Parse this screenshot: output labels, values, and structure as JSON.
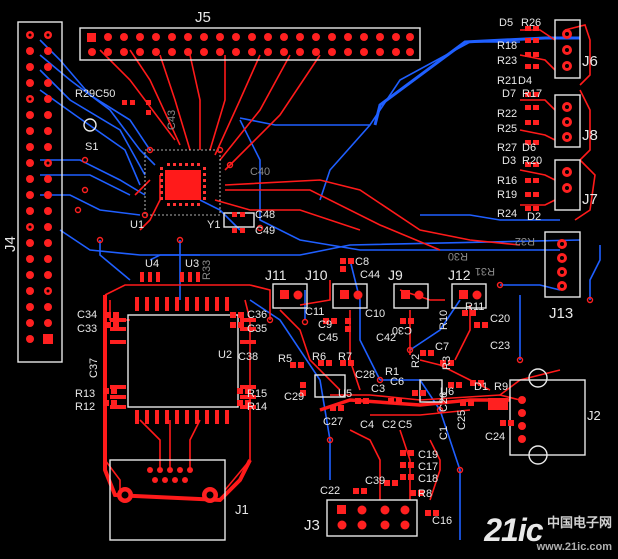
{
  "labels": {
    "J4": "J4",
    "J5": "J5",
    "J6": "J6",
    "J7": "J7",
    "J8": "J8",
    "J13": "J13",
    "J2": "J2",
    "J1": "J1",
    "J3": "J3",
    "J11": "J11",
    "J10": "J10",
    "J9": "J9",
    "J12": "J12",
    "U1": "U1",
    "U2": "U2",
    "U3": "U3",
    "U4": "U4",
    "U5": "U5",
    "U6": "U6",
    "Y1": "Y1",
    "S1": "S1",
    "R29C50": "R29C50",
    "C43": "C43",
    "C40": "C40",
    "C48": "C48",
    "C49": "C49",
    "R33": "R33",
    "C34": "C34",
    "C33": "C33",
    "C36": "C36",
    "C35": "C35",
    "C37": "C37",
    "C38": "C38",
    "R13": "R13",
    "R12": "R12",
    "R15": "R15",
    "R14": "R14",
    "C11": "C11",
    "C9": "C9",
    "C45": "C45",
    "C8": "C8",
    "C44": "C44",
    "C10": "C10",
    "C42": "C42",
    "C30": "C30",
    "R10": "R10",
    "R11": "R11",
    "C20": "C20",
    "C23": "C23",
    "R30": "R30",
    "R31": "R31",
    "R32": "R32",
    "R5": "R5",
    "R6": "R6",
    "R7": "R7",
    "C28": "C28",
    "C29": "C29",
    "C27": "C27",
    "R1": "R1",
    "R2": "R2",
    "R3": "R3",
    "C7": "C7",
    "C6": "C6",
    "C3": "C3",
    "C4": "C4",
    "C2": "C2",
    "C5": "C5",
    "C1": "C1",
    "C26": "C26",
    "C25": "C25",
    "D1": "D1",
    "R9": "R9",
    "C24": "C24",
    "C19": "C19",
    "C17": "C17",
    "C18": "C18",
    "C39": "C39",
    "C22": "C22",
    "R8": "R8",
    "C16": "C16",
    "D5": "D5",
    "R26": "R26",
    "R18": "R18",
    "R23": "R23",
    "R21": "R21",
    "D4": "D4",
    "D7": "D7",
    "R17": "R17",
    "R22": "R22",
    "R25": "R25",
    "R27": "R27",
    "D6": "D6",
    "D3": "D3",
    "R20": "R20",
    "R16": "R16",
    "R19": "R19",
    "R24": "R24",
    "D2": "D2"
  },
  "watermark": {
    "brand": "21ic",
    "cn": "中国电子网",
    "domain": "www.21ic.com"
  },
  "colors": {
    "top_copper": "#ff1a1a",
    "bottom_copper": "#1f5fff",
    "pad": "#ff2020",
    "silkscreen": "#e8e8e8",
    "background": "#000000"
  }
}
